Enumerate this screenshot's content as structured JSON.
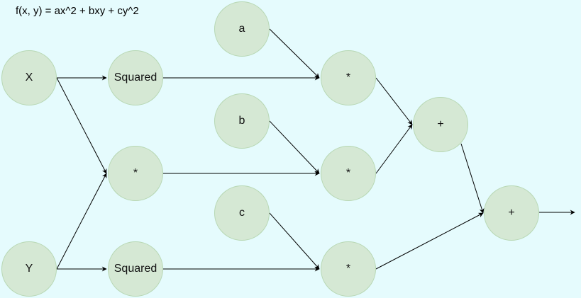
{
  "diagram": {
    "formula": "f(x, y) = ax^2 + bxy + cy^2",
    "nodes": {
      "x": "X",
      "y": "Y",
      "squared_x": "Squared",
      "multiply_xy": "*",
      "squared_y": "Squared",
      "a": "a",
      "b": "b",
      "c": "c",
      "multiply_a": "*",
      "multiply_b": "*",
      "multiply_c": "*",
      "add_1": "+",
      "add_2": "+"
    },
    "colors": {
      "background": "#e5fbfd",
      "node_fill": "#d5e8d4",
      "node_border": "#b7d7b3",
      "edge": "#000000"
    }
  }
}
